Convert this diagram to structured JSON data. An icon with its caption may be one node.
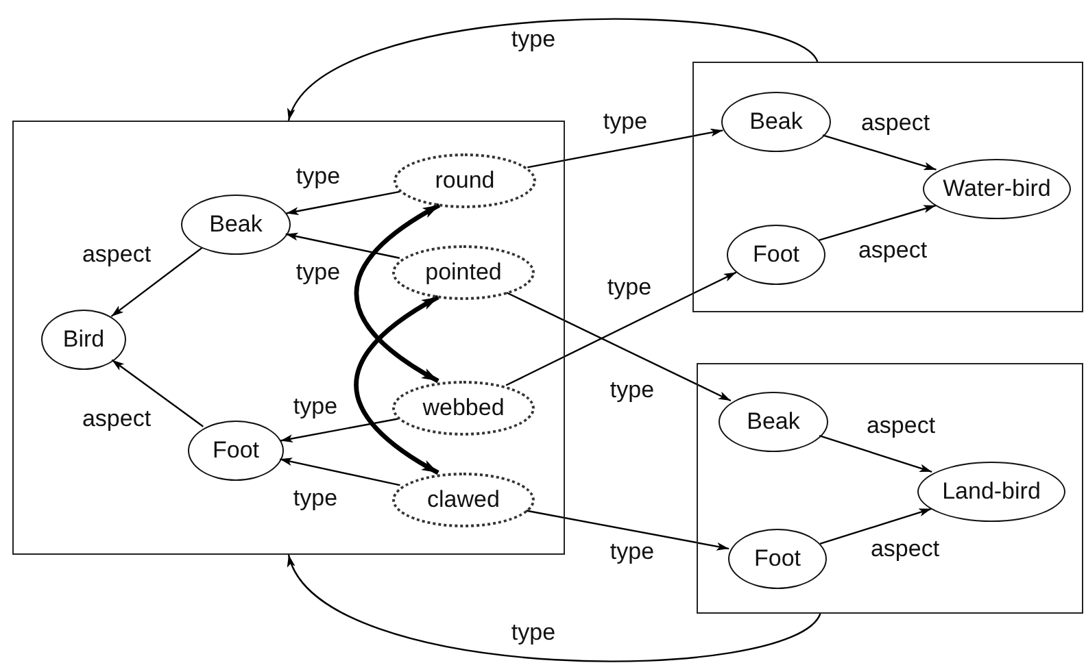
{
  "diagram": {
    "nodes": [
      {
        "text": [],
        "shape": "box"
      },
      {
        "text": [
          "Bird"
        ],
        "in": 0
      },
      {
        "text": [
          "Beak"
        ],
        "in": 0
      },
      {
        "text": [
          "Foot"
        ],
        "in": 0
      },
      {
        "text": [
          "round"
        ],
        "in": 0
      },
      {
        "text": [
          "pointed"
        ],
        "in": 0
      },
      {
        "text": [
          "webbed"
        ],
        "in": 0
      },
      {
        "text": [
          "clawed"
        ],
        "in": 0
      },
      {
        "text": [],
        "shape": "box"
      },
      {
        "text": [
          "Beak"
        ],
        "in": 8
      },
      {
        "text": [
          "Water-bird"
        ],
        "in": 8
      },
      {
        "text": [
          "Foot"
        ],
        "in": 8
      },
      {
        "text": [],
        "shape": "box"
      },
      {
        "text": [
          "Beak"
        ],
        "in": 12
      },
      {
        "text": [
          "Land-bird"
        ],
        "in": 12
      },
      {
        "text": [
          "Foot"
        ],
        "in": 12
      }
    ],
    "edges": [
      {
        "from": 2,
        "to": 1,
        "arrow": "to",
        "label": "aspect"
      },
      {
        "from": 3,
        "to": 1,
        "arrow": "to",
        "label": "aspect"
      },
      {
        "from": 4,
        "to": 2,
        "arrow": "to",
        "label": "type"
      },
      {
        "from": 5,
        "to": 2,
        "arrow": "to",
        "label": "type"
      },
      {
        "from": 6,
        "to": 3,
        "arrow": "to",
        "label": "type"
      },
      {
        "from": 7,
        "to": 3,
        "arrow": "to",
        "label": "type"
      },
      {
        "from": 4,
        "to": 6,
        "arrow": "both",
        "style": "thick"
      },
      {
        "from": 5,
        "to": 7,
        "arrow": "both",
        "style": "thick"
      },
      {
        "from": 4,
        "to": 9,
        "arrow": "to",
        "label": "type"
      },
      {
        "from": 6,
        "to": 11,
        "arrow": "to",
        "label": "type"
      },
      {
        "from": 5,
        "to": 13,
        "arrow": "to",
        "label": "type"
      },
      {
        "from": 7,
        "to": 15,
        "arrow": "to",
        "label": "type"
      },
      {
        "from": 9,
        "to": 10,
        "arrow": "to",
        "label": "aspect"
      },
      {
        "from": 11,
        "to": 10,
        "arrow": "to",
        "label": "aspect"
      },
      {
        "from": 13,
        "to": 14,
        "arrow": "to",
        "label": "aspect"
      },
      {
        "from": 15,
        "to": 14,
        "arrow": "to",
        "label": "aspect"
      },
      {
        "from": 8,
        "to": 0,
        "arrow": "to",
        "label": "type"
      },
      {
        "from": 12,
        "to": 0,
        "arrow": "to",
        "label": "type"
      }
    ]
  }
}
